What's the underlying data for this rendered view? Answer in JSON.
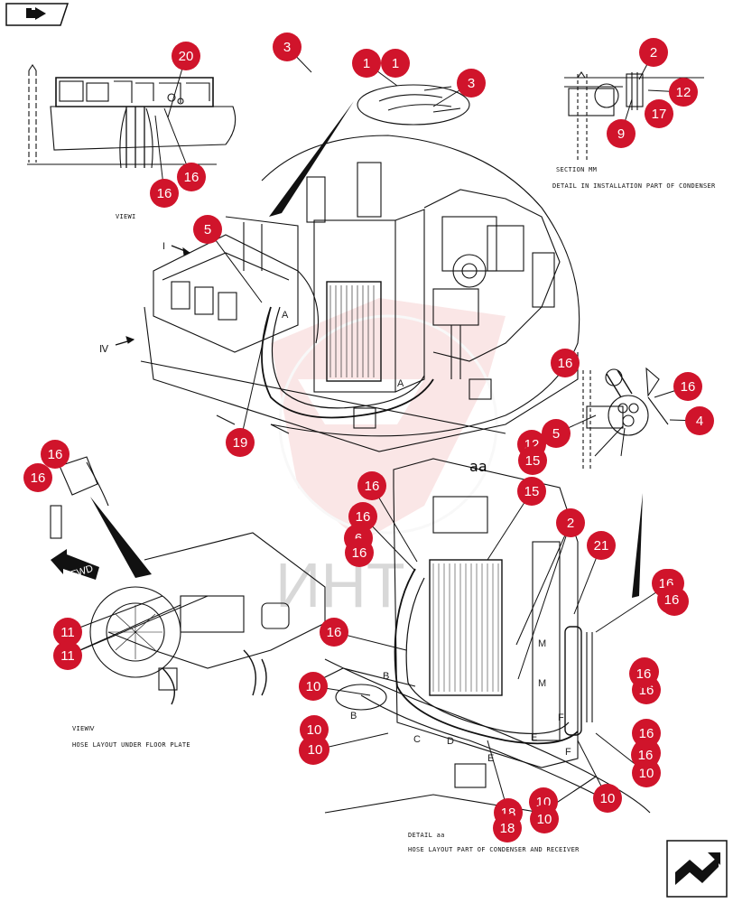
{
  "captions": {
    "view_i": "VIEWI",
    "section_mm": "SECTION MM",
    "detail_condenser": "DETAIL IN INSTALLATION PART OF CONDENSER",
    "view_iv": "VIEWⅣ",
    "hose_layout_floor": "HOSE LAYOUT UNDER FLOOR PLATE",
    "detail_aa": "DETAIL aa",
    "hose_layout_condenser": "HOSE LAYOUT PART OF CONDENSER AND RECEIVER"
  },
  "labels": {
    "aa_marker": "aa",
    "view_i_marker": "I",
    "view_iv_marker": "Ⅳ",
    "fwd_arrow": "FWD",
    "watermark_text": "ИНТ"
  },
  "section_letters": [
    "A",
    "A",
    "B",
    "B",
    "C",
    "D",
    "E",
    "E",
    "F",
    "F",
    "M",
    "M"
  ],
  "callouts": [
    "20",
    "3",
    "1",
    "1",
    "3",
    "2",
    "12",
    "17",
    "9",
    "16",
    "16",
    "5",
    "16",
    "16",
    "4",
    "5",
    "12",
    "15",
    "15",
    "19",
    "16",
    "16",
    "16",
    "16",
    "6",
    "16",
    "2",
    "21",
    "16",
    "16",
    "11",
    "11",
    "16",
    "10",
    "16",
    "10",
    "16",
    "10",
    "16",
    "10",
    "10",
    "10",
    "18",
    "18",
    "16",
    "10",
    "16",
    "16",
    "16",
    "16",
    "10"
  ],
  "colors": {
    "callout_fill": "#d0142b",
    "callout_text": "#ffffff",
    "line_art": "#111111",
    "watermark": "#f2b9b9"
  }
}
